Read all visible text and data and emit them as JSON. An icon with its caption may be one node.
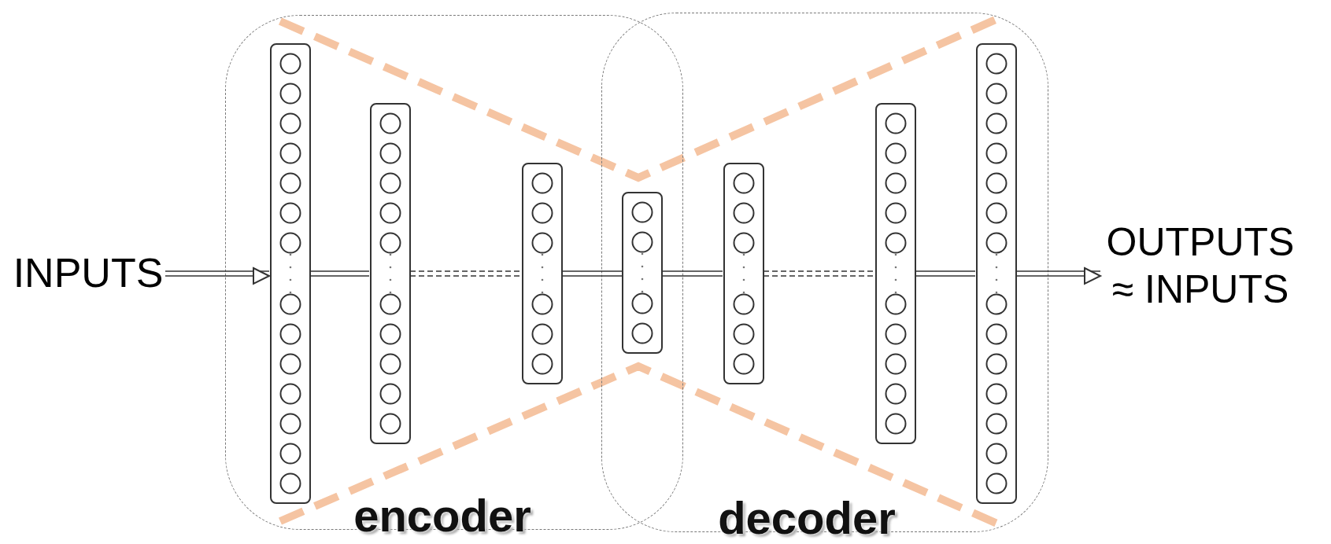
{
  "diagram": {
    "nodes": [
      {
        "text": [
          "INPUTS"
        ]
      },
      {
        "text": [
          "encoder"
        ]
      },
      {
        "text": [],
        "shape": "box",
        "in": 1
      },
      {
        "text": [],
        "shape": "box",
        "in": 1
      },
      {
        "text": [],
        "shape": "box",
        "in": 1
      },
      {
        "text": [],
        "shape": "box"
      },
      {
        "text": [
          "decoder"
        ]
      },
      {
        "text": [],
        "shape": "box",
        "in": 6
      },
      {
        "text": [],
        "shape": "box",
        "in": 6
      },
      {
        "text": [],
        "shape": "box",
        "in": 6
      },
      {
        "text": [
          "OUTPUTS ≈ INPUTS"
        ]
      }
    ],
    "edges": [
      {
        "from": 0,
        "to": 2,
        "arrow": "to"
      },
      {
        "from": 2,
        "to": 3,
        "arrow": "none"
      },
      {
        "from": 3,
        "to": 4,
        "arrow": "none",
        "style": "dashed"
      },
      {
        "from": 4,
        "to": 5,
        "arrow": "none"
      },
      {
        "from": 5,
        "to": 7,
        "arrow": "none"
      },
      {
        "from": 7,
        "to": 8,
        "arrow": "none",
        "style": "dashed"
      },
      {
        "from": 8,
        "to": 9,
        "arrow": "none"
      },
      {
        "from": 9,
        "to": 10,
        "arrow": "to"
      }
    ]
  }
}
